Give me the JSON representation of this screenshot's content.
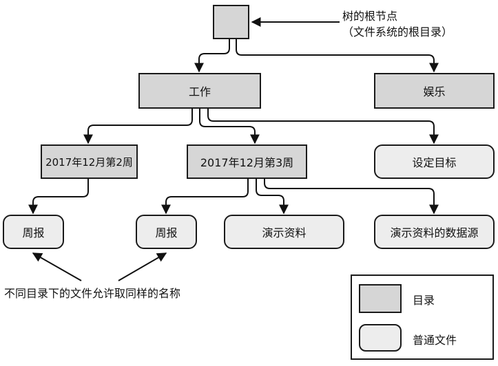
{
  "annotation": {
    "root_line1": "树的根节点",
    "root_line2": "（文件系统的根目录）",
    "same_name_note": "不同目录下的文件允许取同样的名称"
  },
  "nodes": {
    "root": "",
    "work": "工作",
    "entertainment": "娱乐",
    "week2": "2017年12月第2周",
    "week3": "2017年12月第3周",
    "goals": "设定目标",
    "report_a": "周报",
    "report_b": "周报",
    "slides": "演示资料",
    "slides_source": "演示资料的数据源"
  },
  "legend": {
    "directory": "目录",
    "regular_file": "普通文件"
  }
}
